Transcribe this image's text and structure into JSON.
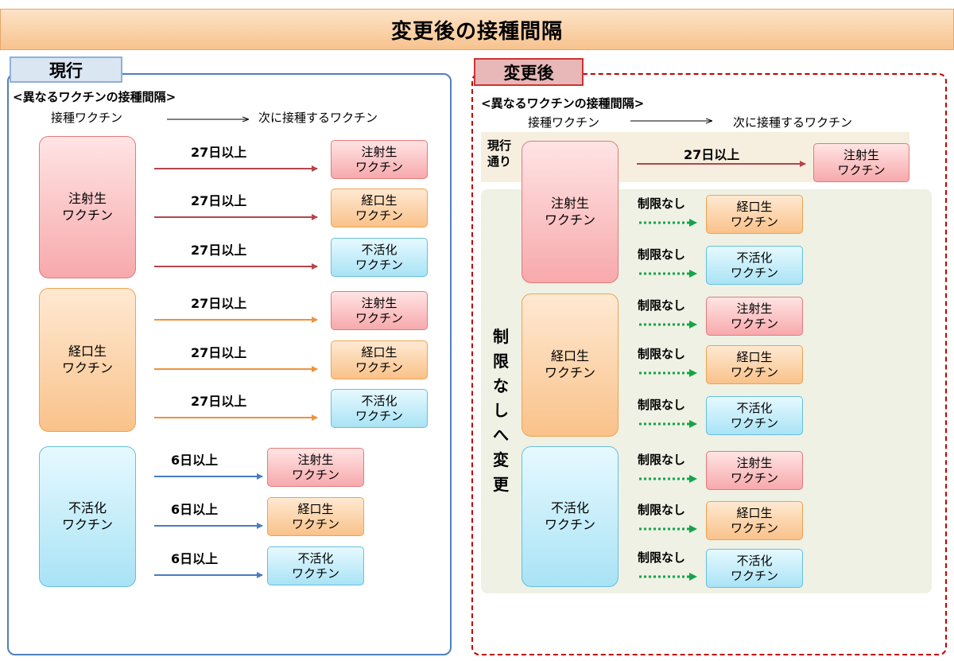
{
  "title": "変更後の接種間隔",
  "current_panel": {
    "tab": "現行",
    "heading": "<異なるワクチンの接種間隔>",
    "col_from": "接種ワクチン",
    "col_to": "次に接種するワクチン",
    "sources": [
      {
        "label": "注射生\nワクチン",
        "color": "red",
        "rows": [
          {
            "interval": "27日以上",
            "target": "注射生\nワクチン",
            "target_color": "red"
          },
          {
            "interval": "27日以上",
            "target": "経口生\nワクチン",
            "target_color": "orange"
          },
          {
            "interval": "27日以上",
            "target": "不活化\nワクチン",
            "target_color": "blue"
          }
        ]
      },
      {
        "label": "経口生\nワクチン",
        "color": "orange",
        "rows": [
          {
            "interval": "27日以上",
            "target": "注射生\nワクチン",
            "target_color": "red"
          },
          {
            "interval": "27日以上",
            "target": "経口生\nワクチン",
            "target_color": "orange"
          },
          {
            "interval": "27日以上",
            "target": "不活化\nワクチン",
            "target_color": "blue"
          }
        ]
      },
      {
        "label": "不活化\nワクチン",
        "color": "blue",
        "rows": [
          {
            "interval": "6日以上",
            "target": "注射生\nワクチン",
            "target_color": "red"
          },
          {
            "interval": "6日以上",
            "target": "経口生\nワクチン",
            "target_color": "orange"
          },
          {
            "interval": "6日以上",
            "target": "不活化\nワクチン",
            "target_color": "blue"
          }
        ]
      }
    ]
  },
  "changed_panel": {
    "tab": "変更後",
    "heading": "<異なるワクチンの接種間隔>",
    "col_from": "接種ワクチン",
    "col_to": "次に接種するワクチン",
    "current_route_label": "現行\n通り",
    "current_route_interval": "27日以上",
    "current_route_target": "注射生\nワクチン",
    "vertical_label": "制限なしへ変更",
    "no_limit_label": "制限なし",
    "sources": [
      {
        "label": "注射生\nワクチン",
        "color": "red",
        "targets": [
          {
            "label": "経口生\nワクチン",
            "color": "orange"
          },
          {
            "label": "不活化\nワクチン",
            "color": "blue"
          }
        ]
      },
      {
        "label": "経口生\nワクチン",
        "color": "orange",
        "targets": [
          {
            "label": "注射生\nワクチン",
            "color": "red"
          },
          {
            "label": "経口生\nワクチン",
            "color": "orange"
          },
          {
            "label": "不活化\nワクチン",
            "color": "blue"
          }
        ]
      },
      {
        "label": "不活化\nワクチン",
        "color": "blue",
        "targets": [
          {
            "label": "注射生\nワクチン",
            "color": "red"
          },
          {
            "label": "経口生\nワクチン",
            "color": "orange"
          },
          {
            "label": "不活化\nワクチン",
            "color": "blue"
          }
        ]
      }
    ]
  },
  "colors": {
    "arrow_red": "#b5454a",
    "arrow_orange": "#f0913a",
    "arrow_blue": "#4a7cc0",
    "arrow_green": "#16a34a"
  }
}
